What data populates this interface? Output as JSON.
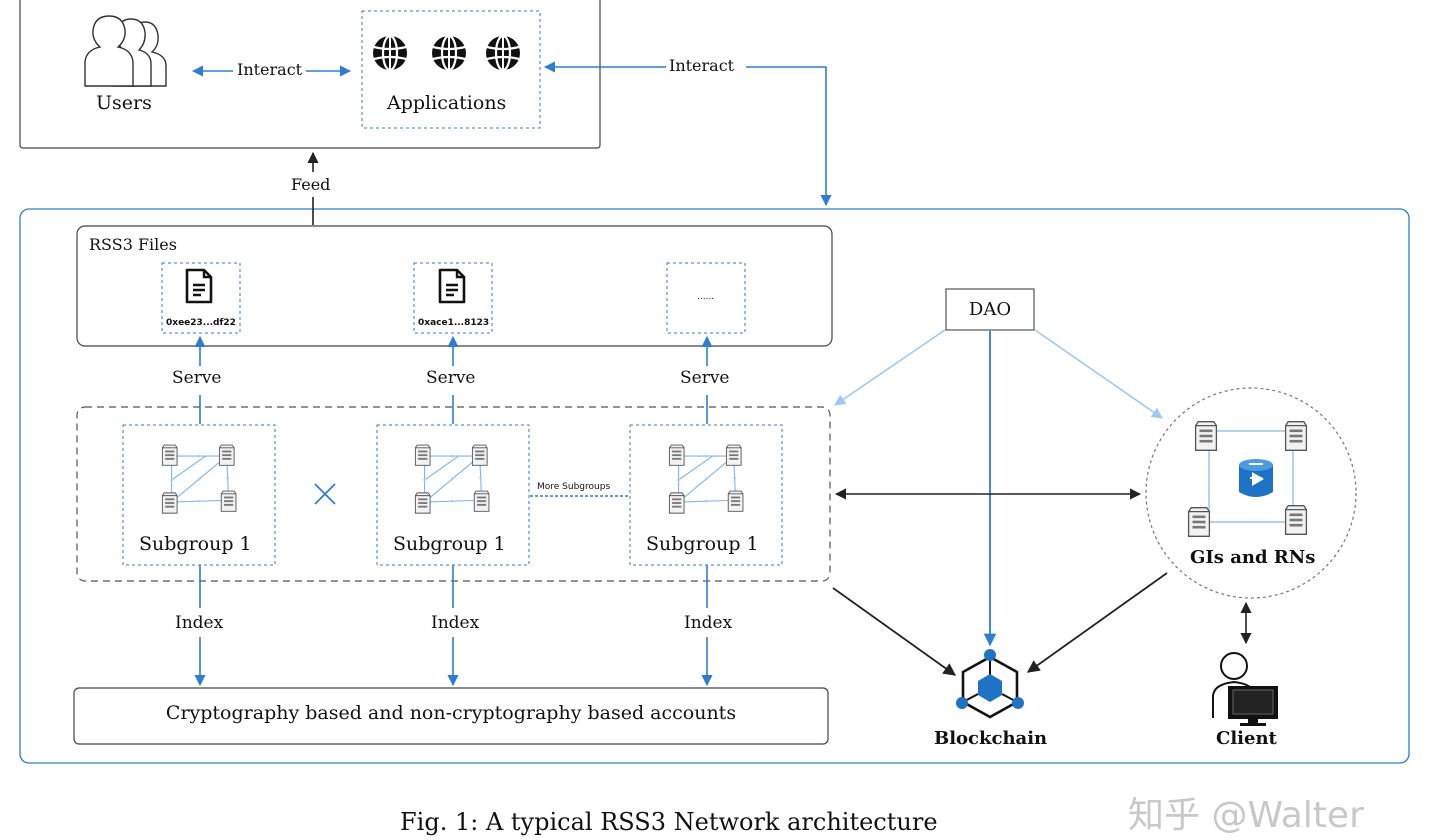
{
  "top": {
    "users_label": "Users",
    "applications_label": "Applications",
    "interact_left": "Interact",
    "interact_right": "Interact",
    "feed_label": "Feed"
  },
  "rss3": {
    "title": "RSS3 Files",
    "files": [
      {
        "name": "0xee23...df22",
        "icon": "document-icon"
      },
      {
        "name": "0xace1...8123",
        "icon": "document-icon"
      },
      {
        "name": "......",
        "icon": ""
      }
    ]
  },
  "serve_labels": [
    "Serve",
    "Serve",
    "Serve"
  ],
  "subgroups": [
    {
      "label": "Subgroup 1"
    },
    {
      "label": "Subgroup 1"
    },
    {
      "label": "Subgroup 1"
    }
  ],
  "more_subgroups_label": "More Subgroups",
  "index_labels": [
    "Index",
    "Index",
    "Index"
  ],
  "accounts_label": "Cryptography based and non-cryptography based accounts",
  "dao_label": "DAO",
  "gis_label": "GIs and RNs",
  "blockchain_label": "Blockchain",
  "client_label": "Client",
  "watermark": "知乎 @Walter",
  "caption": "Fig. 1: A typical RSS3 Network architecture",
  "colors": {
    "accent": "#2e7dd1",
    "light_accent": "#9ccaf0",
    "dark": "#222222"
  }
}
